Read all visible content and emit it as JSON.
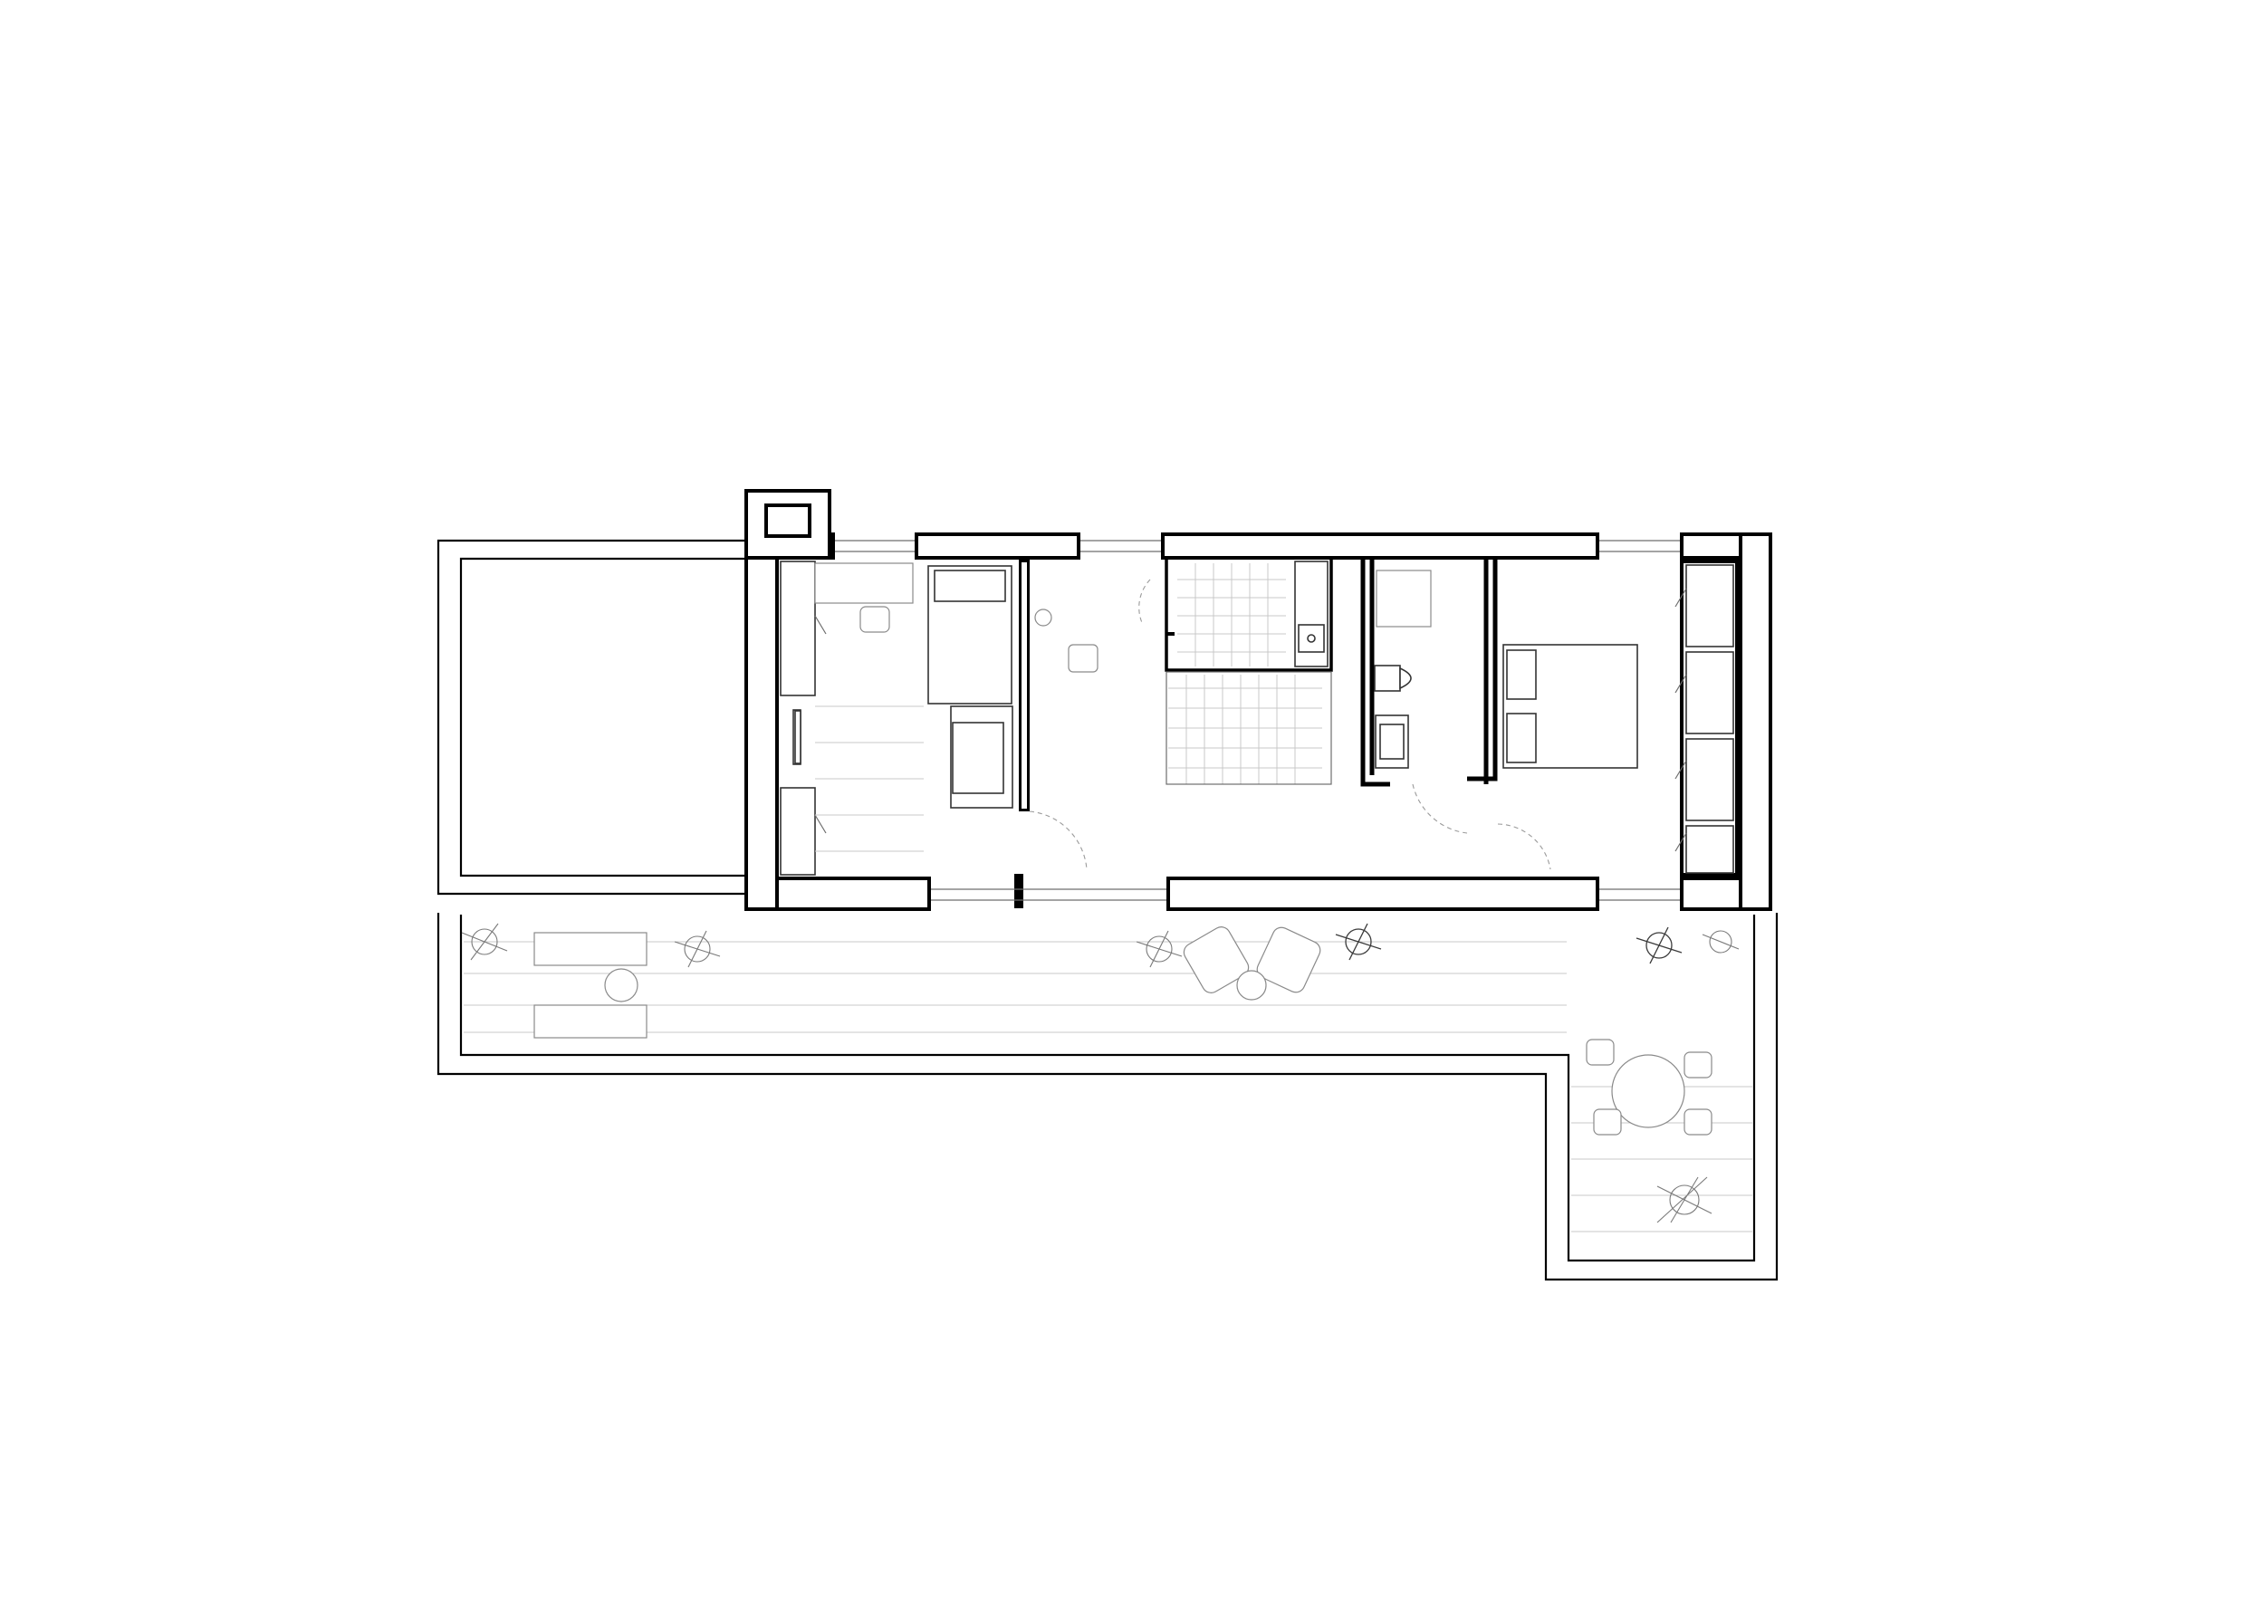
{
  "drawing": {
    "kind": "architectural floor plan",
    "text_labels": [],
    "colors": {
      "background": "#ffffff",
      "walls": "#000000",
      "furniture": "#333333",
      "hatch": "#c8c8c8"
    },
    "elements": {
      "terrace_left": "terrace-left-outline",
      "terrace_south": "terrace-south-outline",
      "room_study": "study-room",
      "room_bath": "bathroom",
      "room_wc": "wc-room",
      "room_bedroom": "bedroom",
      "stair": "stair-flight",
      "chimney": "chimney-block"
    }
  }
}
